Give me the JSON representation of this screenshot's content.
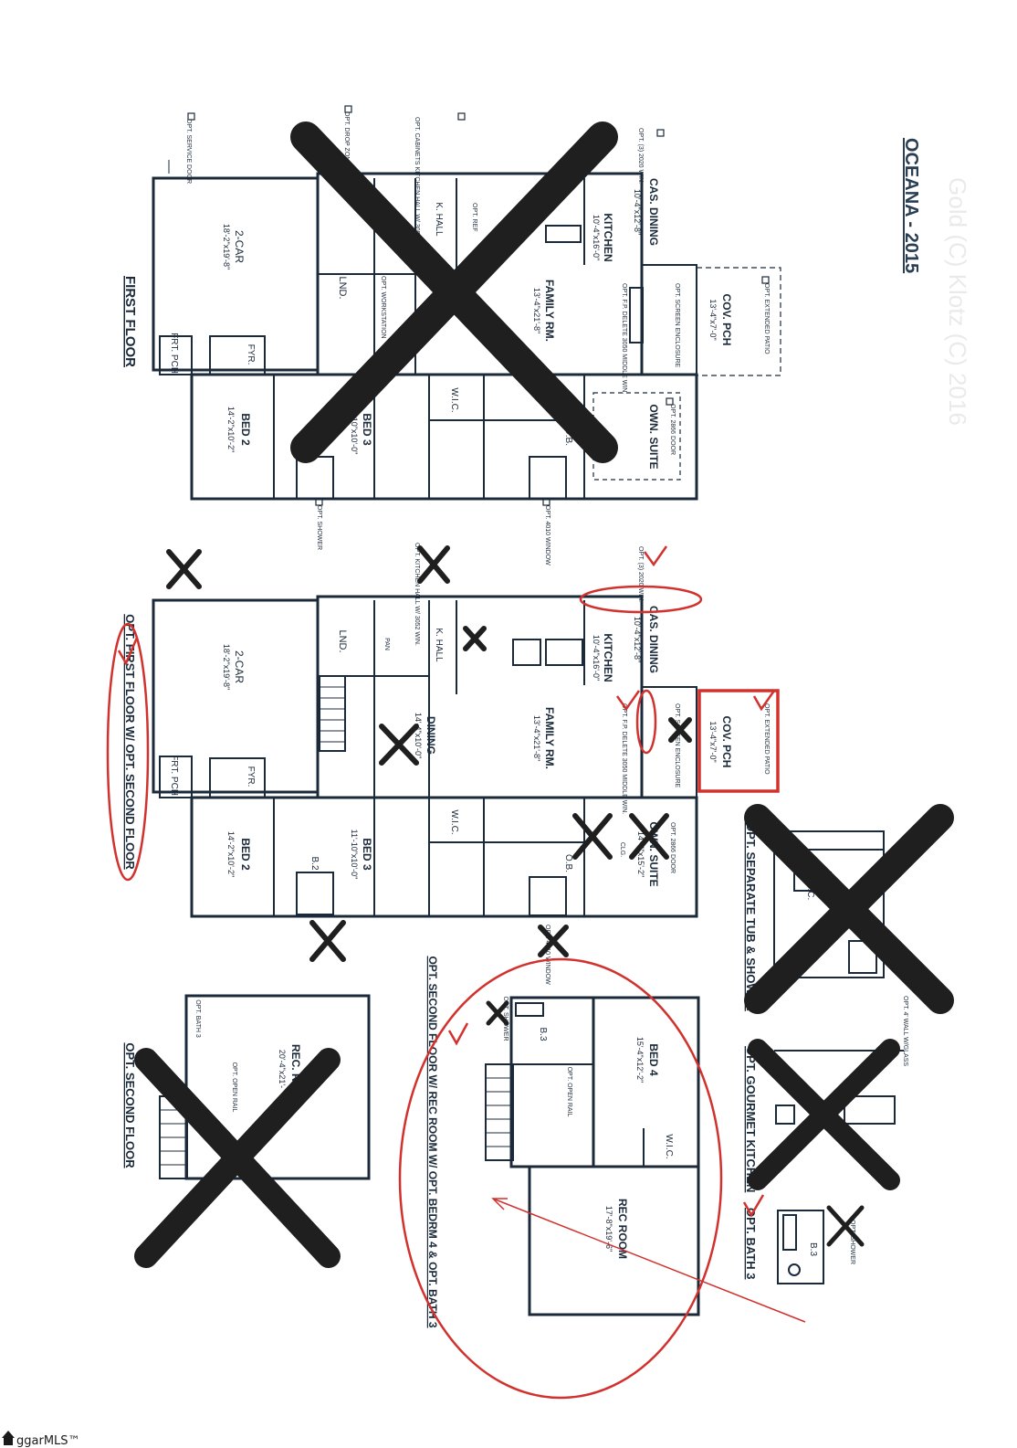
{
  "document": {
    "title": "OCEANA - 2015",
    "faint_text": "Gold (C) Klotz (C) 2016"
  },
  "plans": {
    "first_floor": {
      "caption": "FIRST FLOOR",
      "rooms": {
        "garage": {
          "name": "2-CAR",
          "dims": "18'-2\"x19'-8\""
        },
        "lnd": "LND.",
        "k_hall": "K. HALL",
        "kitchen": {
          "name": "KITCHEN",
          "dims": "10'-4\"x16'-0\""
        },
        "cas_dining": {
          "name": "CAS. DINING",
          "dims": "10'-4\"x12'-8\""
        },
        "family_rm": {
          "name": "FAMILY RM.",
          "dims": "13'-4\"x21'-8\""
        },
        "cov_pch": {
          "name": "COV. PCH",
          "dims": "13'-4\"x7'-0\""
        },
        "frt_pch": "FRT. PCH.",
        "fyr": "FYR.",
        "bed2": {
          "name": "BED 2",
          "dims": "14'-2\"x10'-2\""
        },
        "bed3": {
          "name": "BED 3",
          "dims": "11'-10\"x10'-0\""
        },
        "wic": "W.I.C.",
        "ob": "O.B.",
        "own_suite": {
          "name": "OWN. SUITE"
        }
      },
      "options": {
        "service_door": "OPT. SERVICE DOOR",
        "drop_zone": "OPT. DROP ZONE",
        "kitchen_hall": "OPT. CABINETS KITCHEN HALL W/ 3052 WIN.",
        "windows": "OPT. (3) 2020 WIN.",
        "ref": "OPT. REF",
        "workstation": "OPT. WORKSTATION",
        "screen_enclosure": "OPT. SCREEN ENCLOSURE",
        "fp": "OPT. F.P. DELETE 3050 MIDDLE WIN.",
        "extended_patio": "OPT. EXTENDED PATIO",
        "door_2866": "OPT. 2866 DOOR",
        "shower": "OPT. SHOWER",
        "window_4010": "OPT. 4010 WINDOW"
      }
    },
    "first_floor_with_second": {
      "caption": "OPT. FIRST FLOOR W/ OPT. SECOND FLOOR",
      "rooms": {
        "garage": {
          "name": "2-CAR",
          "dims": "18'-2\"x19'-8\""
        },
        "lnd": "LND.",
        "pan": "PAN",
        "k_hall": "K. HALL",
        "kitchen": {
          "name": "KITCHEN",
          "dims": "10'-4\"x16'-0\""
        },
        "cas_dining": {
          "name": "CAS. DINING",
          "dims": "10'-4\"x12'-8\""
        },
        "dining": {
          "name": "DINING",
          "dims": "14'-4\"x10'-0\""
        },
        "family_rm": {
          "name": "FAMILY RM.",
          "dims": "13'-4\"x21'-8\""
        },
        "cov_pch": {
          "name": "COV. PCH",
          "dims": "13'-4\"x7'-0\""
        },
        "frt_pch": "FRT. PCH.",
        "fyr": "FYR.",
        "bed2": {
          "name": "BED 2",
          "dims": "14'-2\"x10'-2\""
        },
        "b2": "B.2",
        "bed3": {
          "name": "BED 3",
          "dims": "11'-10\"x10'-0\""
        },
        "wic": "W.I.C.",
        "ob": "O.B.",
        "own_suite": {
          "name": "OWN. SUITE",
          "dims": "14'-4\"x15'-2\""
        }
      },
      "options": {
        "windows": "OPT. (3) 2020 WIN.",
        "kitchen_hall": "OPT. KITCHEN HALL W/ 3052 WIN.",
        "screen_enclosure": "OPT. SCREEN ENCLOSURE",
        "fp": "OPT. F.P. DELETE 3050 MIDDLE WIN.",
        "extended_patio": "OPT. EXTENDED PATIO",
        "door_2866": "OPT. 2866 DOOR",
        "window_4010": "OPT. 4010 WINDOW",
        "clg": "CLG."
      }
    },
    "separate_tub": {
      "caption": "OPT. SEPARATE TUB & SHOWER",
      "wic": "W.I.C.",
      "wall": "OPT. 4' WALL W/GLASS"
    },
    "gourmet_kitchen": {
      "caption": "OPT. GOURMET KITCHEN"
    },
    "bath3": {
      "caption": "OPT. BATH 3",
      "b3": "B.3",
      "shower": "OPT. SHOWER"
    },
    "second_floor": {
      "caption": "OPT. SECOND FLOOR",
      "rec": {
        "name": "REC. RM.",
        "dims": "20'-4\"x21'-"
      },
      "bath3": "OPT. BATH 3",
      "rail": "OPT. OPEN RAIL"
    },
    "second_floor_rec": {
      "caption": "OPT. SECOND FLOOR W/ REC ROOM W/ OPT. BEDRM 4 & OPT. BATH 3",
      "bed4": {
        "name": "BED 4",
        "dims": "15'-4\"x12'-2\""
      },
      "rec": {
        "name": "REC ROOM",
        "dims": "17'-8\"x19'-6\""
      },
      "wic": "W.I.C.",
      "b3": "B.3",
      "rail": "OPT. OPEN RAIL",
      "shower": "OPT. SHOWER"
    }
  },
  "footer": {
    "watermark": "ggarMLS™"
  },
  "colors": {
    "ink": "#1b2a3a",
    "cross": "#1f1f1f",
    "mark": "#d1322e",
    "paper": "#ffffff"
  }
}
